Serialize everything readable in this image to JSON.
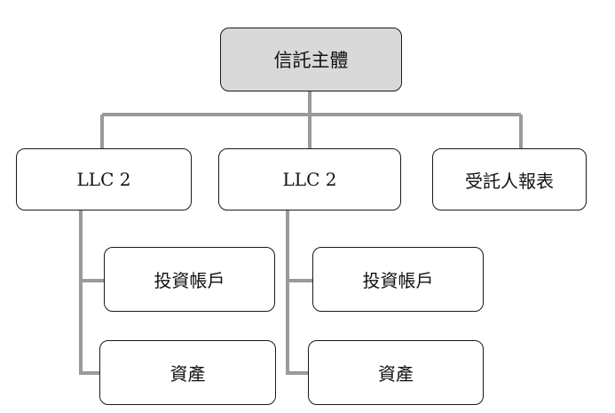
{
  "colors": {
    "connector": "#9a9a9a",
    "root_fill": "#d9d9d9",
    "node_fill": "#ffffff",
    "border": "#1a1a1a"
  },
  "diagram": {
    "root": "信託主體",
    "level2": {
      "llc_a": "LLC 2",
      "llc_b": "LLC 2",
      "report": "受託人報表"
    },
    "children_a": {
      "investment": "投資帳戶",
      "assets": "資產"
    },
    "children_b": {
      "investment": "投資帳戶",
      "assets": "資產"
    }
  }
}
